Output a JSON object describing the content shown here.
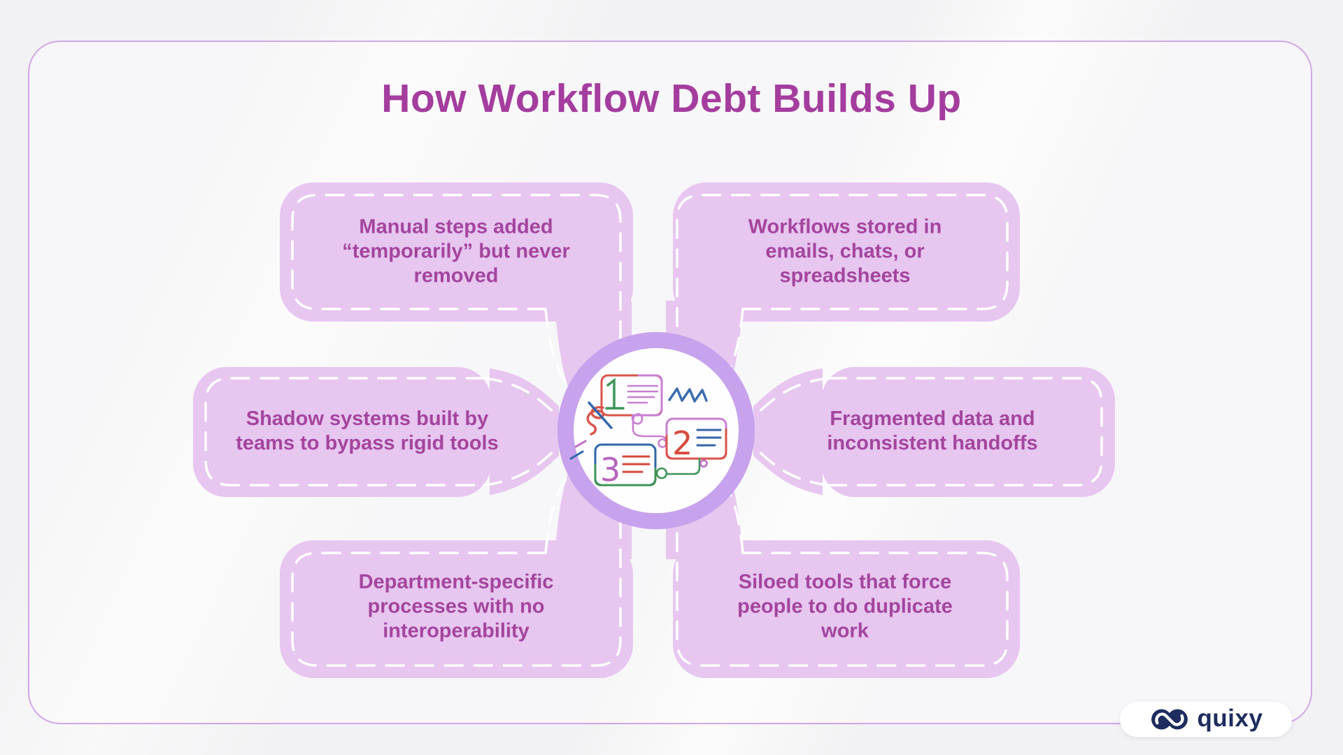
{
  "title": "How Workflow Debt Builds Up",
  "boxes": {
    "top_left": {
      "text": "Manual steps added “temporarily” but never removed"
    },
    "top_right": {
      "text": "Workflows stored in emails, chats, or spreadsheets"
    },
    "mid_left": {
      "text": "Shadow systems built by teams to bypass rigid tools"
    },
    "mid_right": {
      "text": "Fragmented data and inconsistent handoffs"
    },
    "bottom_left": {
      "text": "Department-specific processes with no interoperability"
    },
    "bottom_right": {
      "text": "Siloed tools that force people to do duplicate work"
    }
  },
  "center_illustration": {
    "description": "three numbered workflow cards connected by looping lines",
    "step_numbers": [
      "1",
      "2",
      "3"
    ]
  },
  "logo": {
    "brand": "quixy"
  },
  "colors": {
    "background": "#f2f1f3",
    "frame_border": "#cfa7e6",
    "box_fill": "#e7c6f0",
    "box_text": "#a3459d",
    "title_text": "#a43d9e",
    "circle_ring": "#c7a2ed",
    "dashed_line": "#ffffff",
    "logo_navy": "#1e2c5e"
  }
}
